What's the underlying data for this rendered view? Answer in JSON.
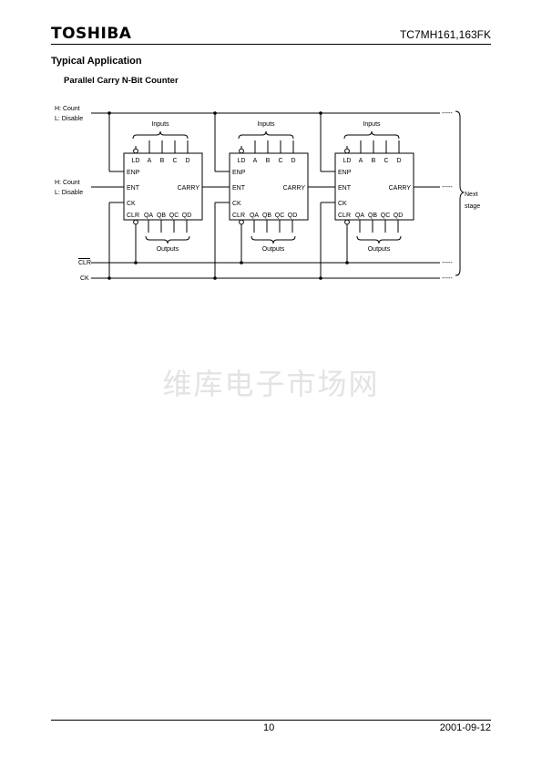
{
  "header": {
    "brand": "TOSHIBA",
    "part_number": "TC7MH161,163FK"
  },
  "section_title": "Typical Application",
  "subtitle": "Parallel Carry N-Bit Counter",
  "diagram": {
    "enp_label_1": "H: Count",
    "enp_label_2": "L: Disable",
    "ent_label_1": "H: Count",
    "ent_label_2": "L: Disable",
    "inputs_label": "Inputs",
    "outputs_label": "Outputs",
    "pins": {
      "ld": "LD",
      "a": "A",
      "b": "B",
      "c": "C",
      "d": "D",
      "enp": "ENP",
      "ent": "ENT",
      "carry": "CARRY",
      "ck": "CK",
      "clr": "CLR",
      "qa": "QA",
      "qb": "QB",
      "qc": "QC",
      "qd": "QD"
    },
    "clr_line_label": "CLR",
    "ck_line_label": "CK",
    "continuation": "-----",
    "next_stage_1": "Next",
    "next_stage_2": "stage"
  },
  "watermark": "维库电子市场网",
  "footer": {
    "page_number": "10",
    "date": "2001-09-12"
  }
}
